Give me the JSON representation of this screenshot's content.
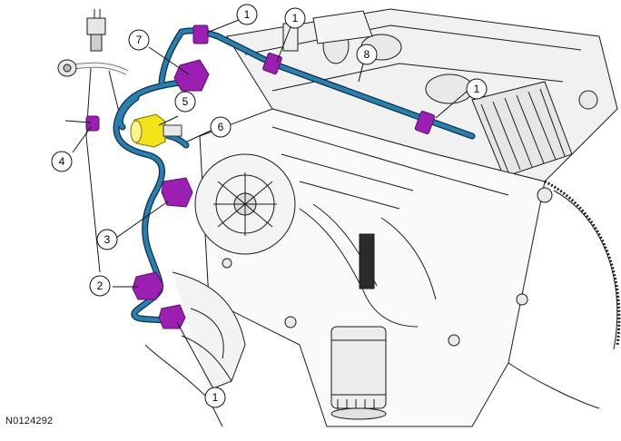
{
  "figure_id": "N0124292",
  "callouts": [
    {
      "id": "c1a",
      "label": "1"
    },
    {
      "id": "c1b",
      "label": "1"
    },
    {
      "id": "c1c",
      "label": "1"
    },
    {
      "id": "c1d",
      "label": "1"
    },
    {
      "id": "c2",
      "label": "2"
    },
    {
      "id": "c3",
      "label": "3"
    },
    {
      "id": "c4",
      "label": "4"
    },
    {
      "id": "c5",
      "label": "5"
    },
    {
      "id": "c6",
      "label": "6"
    },
    {
      "id": "c7",
      "label": "7"
    },
    {
      "id": "c8",
      "label": "8"
    }
  ],
  "colors": {
    "harness": "#2a7fb0",
    "harness_outline": "#0b2f45",
    "connector": "#9b1fb0",
    "connector_dark": "#5a0f69",
    "sensor": "#f2e31a",
    "line_art": "#1a1a1a",
    "shade": "#dcdcdc"
  }
}
